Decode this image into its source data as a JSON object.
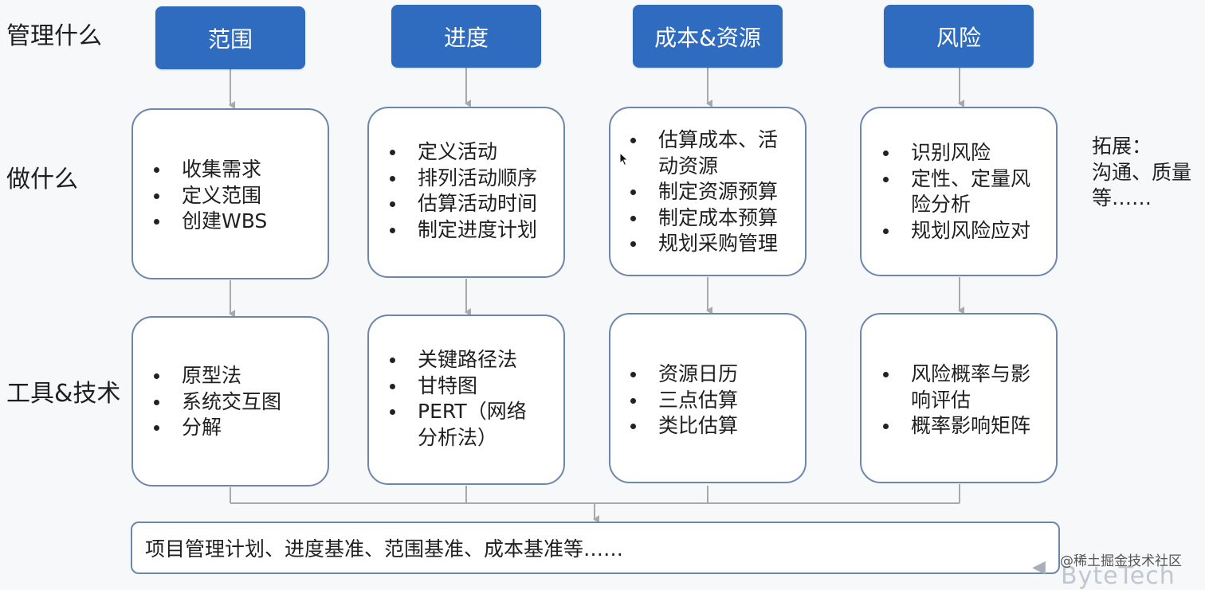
{
  "row_labels": {
    "what": "管理什么",
    "do": "做什么",
    "tools": "工具&技术"
  },
  "columns": [
    {
      "header": "范围",
      "tasks": [
        "收集需求",
        "定义范围",
        "创建WBS"
      ],
      "tools": [
        "原型法",
        "系统交互图",
        "分解"
      ]
    },
    {
      "header": "进度",
      "tasks": [
        "定义活动",
        "排列活动顺序",
        "估算活动时间",
        "制定进度计划"
      ],
      "tools": [
        "关键路径法",
        "甘特图",
        "PERT（网络\n分析法）"
      ]
    },
    {
      "header": "成本&资源",
      "tasks": [
        "估算成本、活\n动资源",
        "制定资源预算",
        "制定成本预算",
        "规划采购管理"
      ],
      "tools": [
        "资源日历",
        "三点估算",
        "类比估算"
      ]
    },
    {
      "header": "风险",
      "tasks": [
        "识别风险",
        "定性、定量风\n险分析",
        "规划风险应对"
      ],
      "tools": [
        "风险概率与影\n响评估",
        "概率影响矩阵"
      ]
    }
  ],
  "extension": {
    "title": "拓展：",
    "body": "沟通、质量\n等……"
  },
  "output": "项目管理计划、进度基准、范围基准、成本基准等……",
  "watermark": {
    "cn": "@稀土掘金技术社区",
    "en": "ByteTech"
  },
  "colors": {
    "header_fill": "#2f6cbf",
    "card_border": "#6d86ad",
    "connector": "#a9a9a9"
  },
  "icons": [
    "cursor-icon",
    "bytetech-logo-icon"
  ]
}
